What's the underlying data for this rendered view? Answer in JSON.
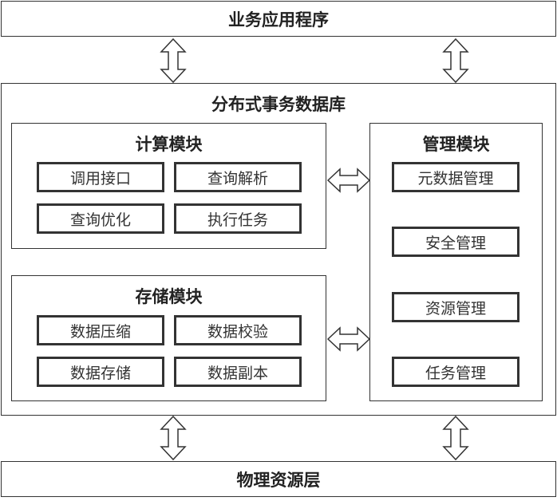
{
  "top_layer": "业务应用程序",
  "database": {
    "title": "分布式事务数据库",
    "compute": {
      "title": "计算模块",
      "items": [
        "调用接口",
        "查询解析",
        "查询优化",
        "执行任务"
      ]
    },
    "storage": {
      "title": "存储模块",
      "items": [
        "数据压缩",
        "数据校验",
        "数据存储",
        "数据副本"
      ]
    },
    "management": {
      "title": "管理模块",
      "items": [
        "元数据管理",
        "安全管理",
        "资源管理",
        "任务管理"
      ]
    }
  },
  "bottom_layer": "物理资源层"
}
